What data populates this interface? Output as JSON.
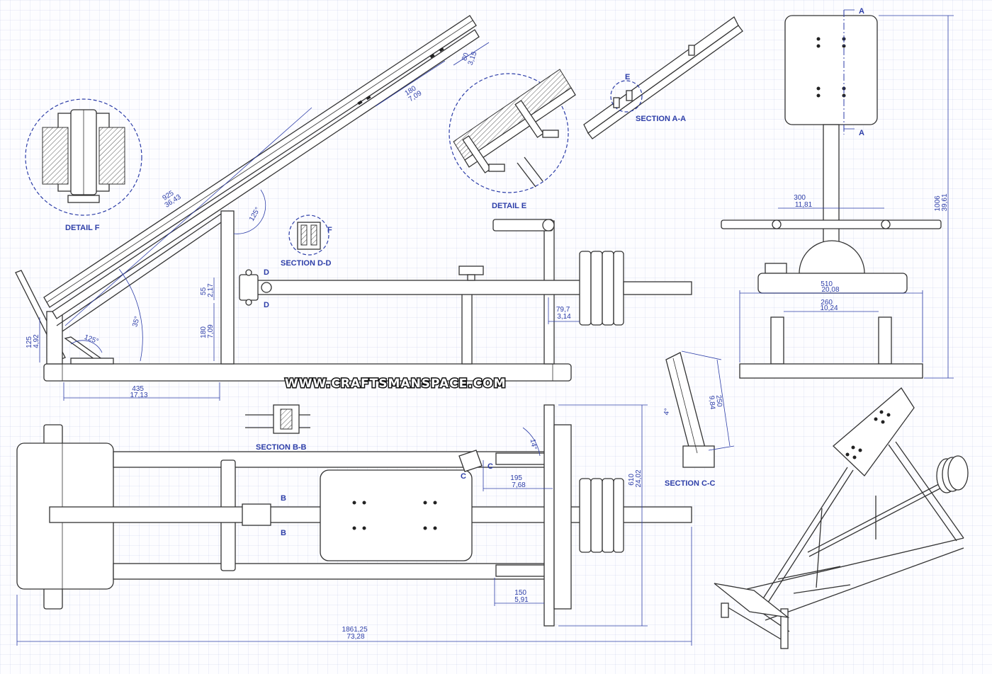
{
  "watermark": "WWW.CRAFTSMANSPACE.COM",
  "views": {
    "detail_f": "DETAIL F",
    "detail_e": "DETAIL E",
    "section_aa": "SECTION A-A",
    "section_dd": "SECTION D-D",
    "section_bb": "SECTION B-B",
    "section_cc": "SECTION C-C"
  },
  "markers": {
    "a": "A",
    "b": "B",
    "c": "C",
    "d": "D",
    "e": "E",
    "f": "F"
  },
  "dimensions": {
    "d925": {
      "mm": "925",
      "in": "36,43"
    },
    "d180_board": {
      "mm": "180",
      "in": "7,09"
    },
    "d80": {
      "mm": "80",
      "in": "3,15"
    },
    "a125_top": "125°",
    "a125_bottom": "125°",
    "a35": "35°",
    "d125": {
      "mm": "125",
      "in": "4,92"
    },
    "d55": {
      "mm": "55",
      "in": "2,17"
    },
    "d180_post": {
      "mm": "180",
      "in": "7,09"
    },
    "d435": {
      "mm": "435",
      "in": "17,13"
    },
    "d79_7": {
      "mm": "79,7",
      "in": "3,14"
    },
    "d300": {
      "mm": "300",
      "in": "11,81"
    },
    "d1006": {
      "mm": "1006",
      "in": "39,61"
    },
    "d510": {
      "mm": "510",
      "in": "20,08"
    },
    "d260": {
      "mm": "260",
      "in": "10,24"
    },
    "a14": "14°",
    "d195": {
      "mm": "195",
      "in": "7,68"
    },
    "d610": {
      "mm": "610",
      "in": "24,02"
    },
    "d150": {
      "mm": "150",
      "in": "5,91"
    },
    "d1861": {
      "mm": "1861,25",
      "in": "73,28"
    },
    "d250": {
      "mm": "250",
      "in": "9,84"
    },
    "a4": "4°"
  }
}
